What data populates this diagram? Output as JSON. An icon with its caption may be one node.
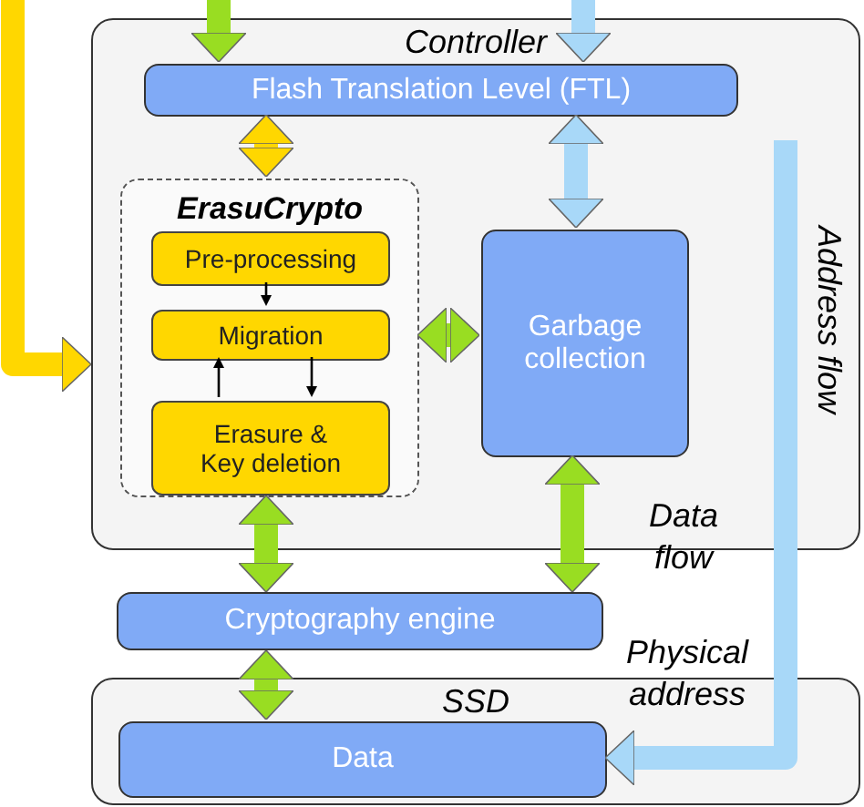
{
  "diagram": {
    "nodes": [
      {
        "text": [
          "Controller"
        ]
      },
      {
        "text": [
          "Flash Translation Level (FTL)"
        ],
        "in": 0
      },
      {
        "text": [
          "ErasuCrypto"
        ],
        "in": 0
      },
      {
        "text": [
          "Pre-processing"
        ],
        "in": 2
      },
      {
        "text": [
          "Migration"
        ],
        "in": 2
      },
      {
        "text": [
          "Erasure & Key deletion"
        ],
        "in": 2
      },
      {
        "text": [
          "Garbage collection"
        ],
        "in": 0
      },
      {
        "text": [
          "Cryptography engine"
        ]
      },
      {
        "text": [
          "SSD"
        ]
      },
      {
        "text": [
          "Data"
        ],
        "in": 8
      }
    ],
    "edges": [
      {
        "from": null,
        "to": 1,
        "arrow": "to"
      },
      {
        "from": null,
        "to": 1,
        "arrow": "to",
        "color": "#a8d8f8"
      },
      {
        "from": null,
        "to": 0,
        "arrow": "to",
        "color": "#ffd700"
      },
      {
        "from": 1,
        "to": 2,
        "arrow": "both",
        "color": "#ffd700"
      },
      {
        "from": 1,
        "to": 6,
        "arrow": "both",
        "color": "#a8d8f8"
      },
      {
        "from": 3,
        "to": 4,
        "arrow": "to",
        "color": "#000000"
      },
      {
        "from": 4,
        "to": 5,
        "arrow": "to",
        "color": "#000000"
      },
      {
        "from": 5,
        "to": 4,
        "arrow": "to",
        "color": "#000000"
      },
      {
        "from": 2,
        "to": 6,
        "arrow": "both"
      },
      {
        "from": 6,
        "to": 7,
        "arrow": "both"
      },
      {
        "from": 2,
        "to": 7,
        "arrow": "both"
      },
      {
        "from": 7,
        "to": 9,
        "arrow": "both"
      },
      {
        "from": null,
        "to": 9,
        "arrow": "to",
        "color": "#a8d8f8",
        "label": "Address flow"
      }
    ],
    "labels": [
      "Data flow",
      "Physical address"
    ]
  }
}
